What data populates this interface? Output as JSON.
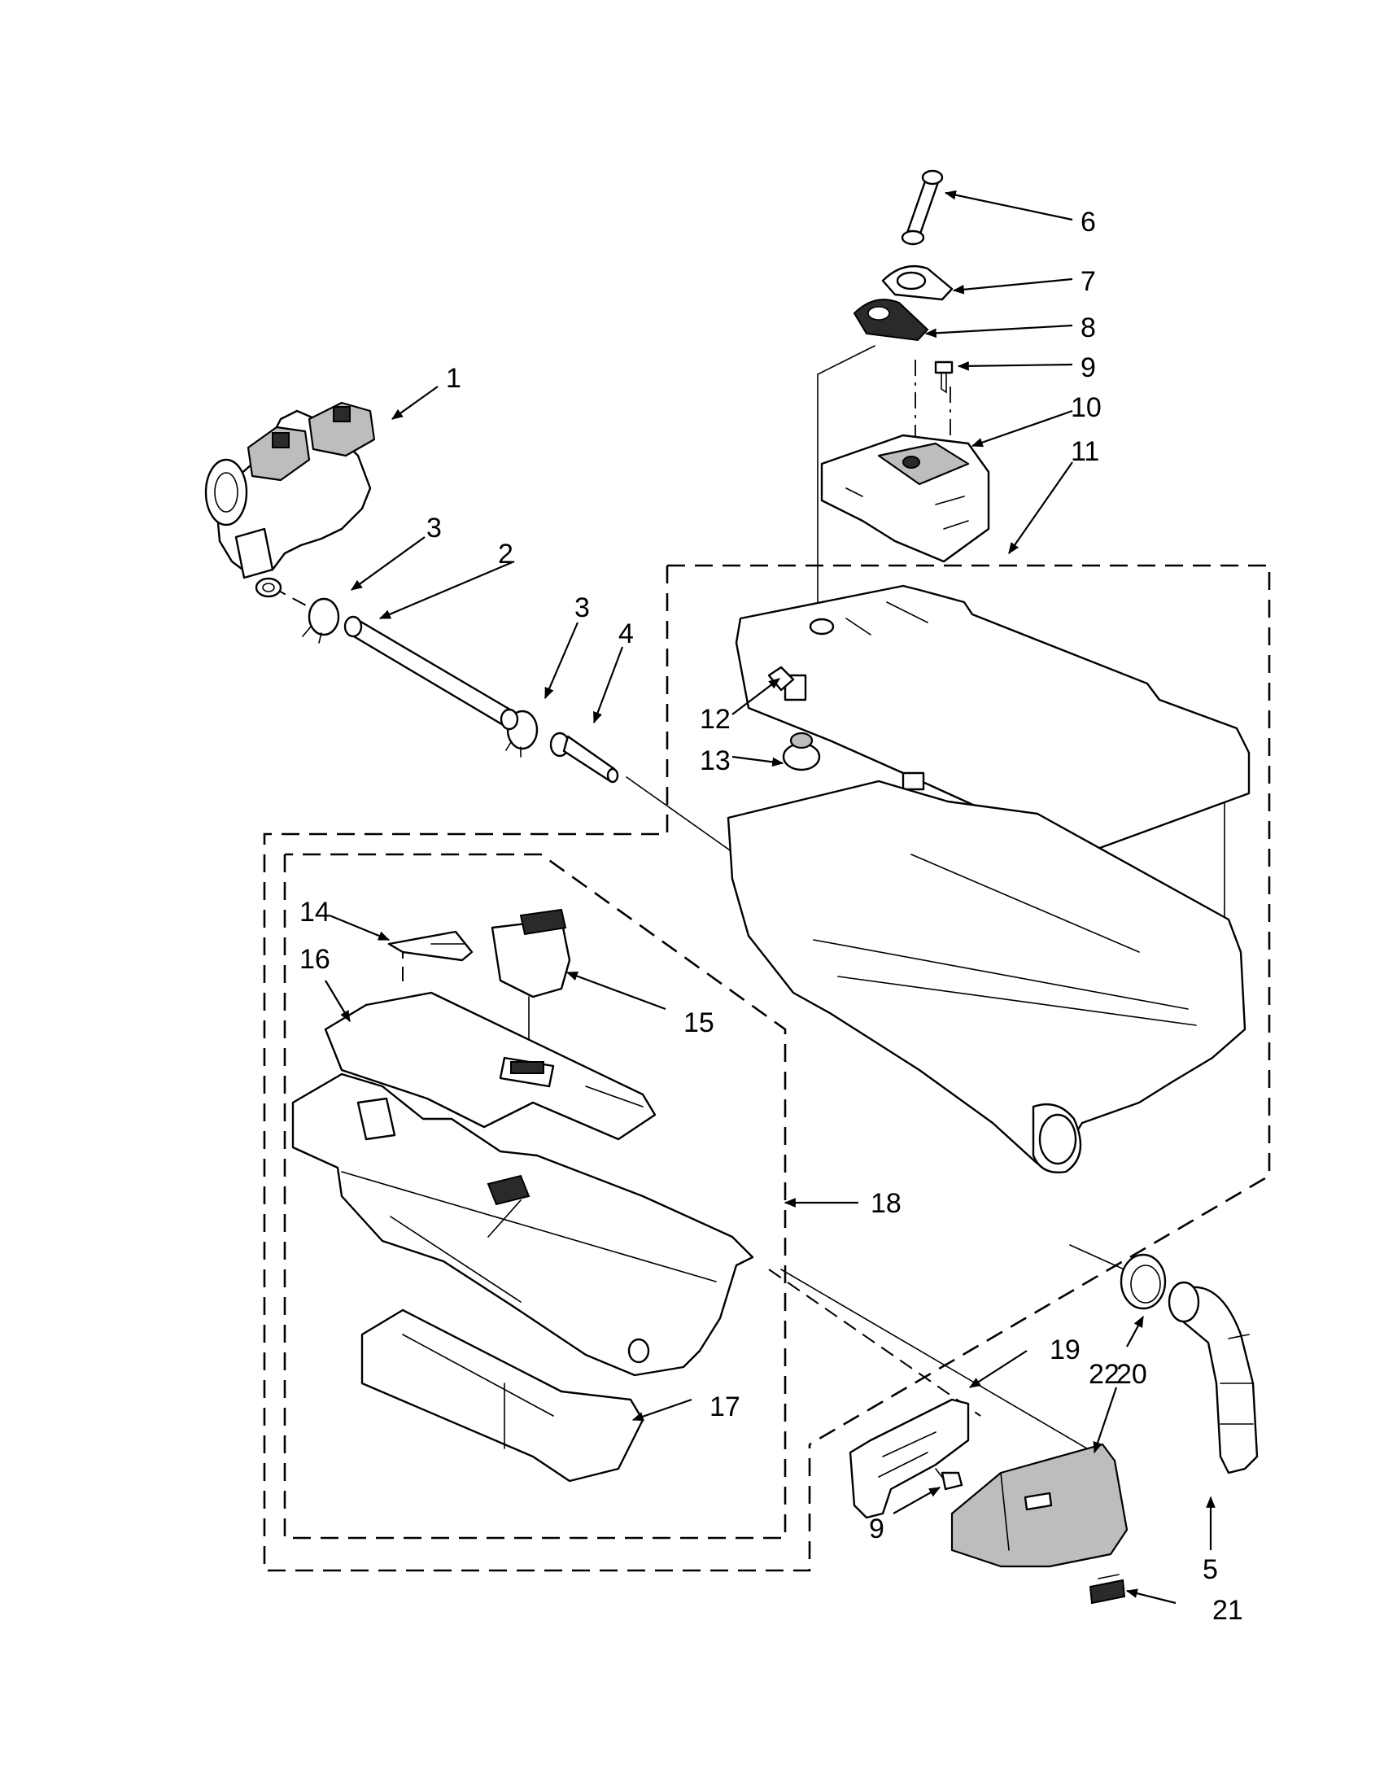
{
  "callouts": {
    "c1": "1",
    "c2": "2",
    "c3a": "3",
    "c3b": "3",
    "c4": "4",
    "c5": "5",
    "c6": "6",
    "c7": "7",
    "c8": "8",
    "c9a": "9",
    "c9b": "9",
    "c10": "10",
    "c11": "11",
    "c12": "12",
    "c13": "13",
    "c14": "14",
    "c15": "15",
    "c16": "16",
    "c17": "17",
    "c18": "18",
    "c19": "19",
    "c20": "20",
    "c21": "21",
    "c22": "22"
  }
}
